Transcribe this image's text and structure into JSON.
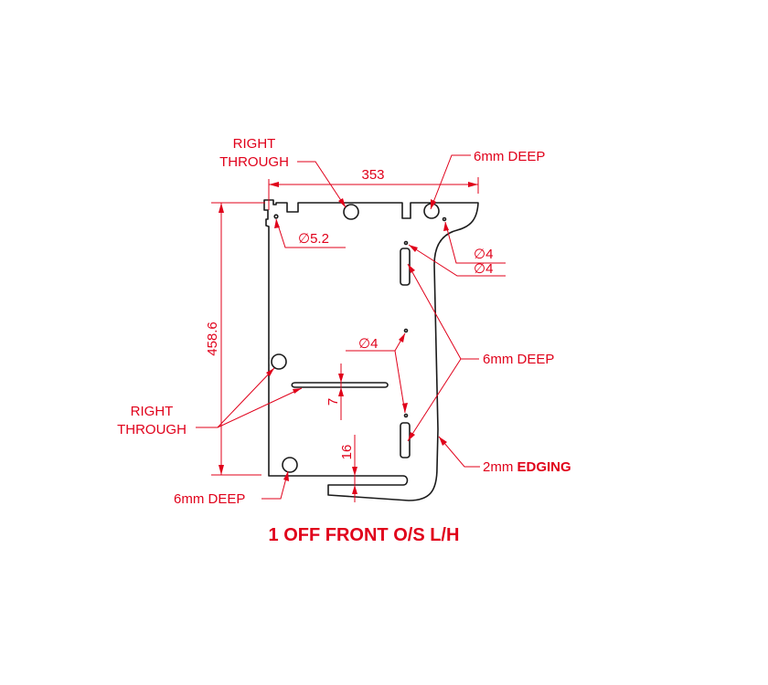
{
  "drawing": {
    "title": "1 OFF FRONT O/S L/H",
    "colors": {
      "annotation": "#e0001a",
      "outline": "#1a1a1a",
      "background": "#ffffff"
    },
    "dimensions": {
      "width": "353",
      "height": "458.6",
      "slot_width": "7",
      "gap": "16"
    },
    "callouts": {
      "top_left_hole": {
        "line1": "RIGHT",
        "line2": "THROUGH"
      },
      "top_right_hole": "6mm DEEP",
      "small_hole_top_left": "∅5.2",
      "dia_1": "∅4",
      "dia_2": "∅4",
      "dia_3": "∅4",
      "slots": "6mm DEEP",
      "left_features": {
        "line1": "RIGHT",
        "line2": "THROUGH"
      },
      "bottom_left_hole": "6mm DEEP",
      "edging": {
        "prefix": "2mm ",
        "bold": "EDGING"
      }
    }
  }
}
